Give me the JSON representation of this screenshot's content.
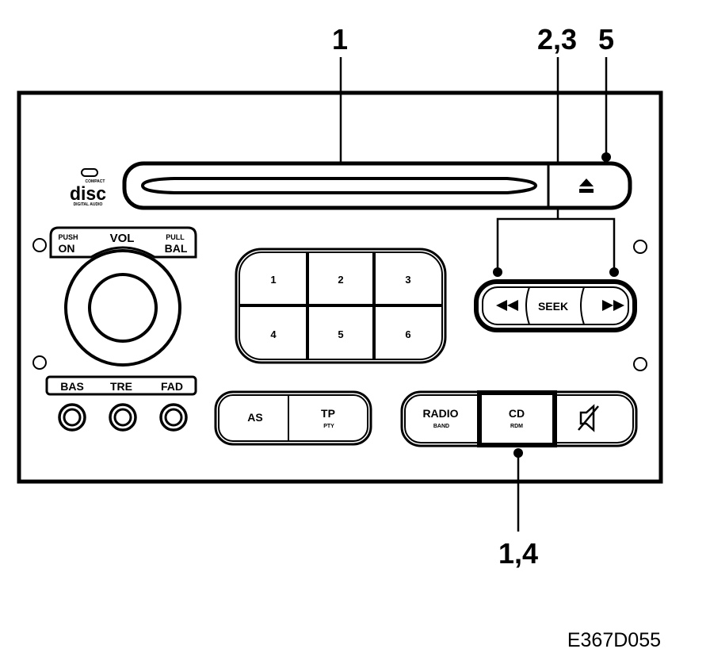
{
  "callouts": {
    "c1": "1",
    "c23": "2,3",
    "c5": "5",
    "c14": "1,4"
  },
  "disc_logo": {
    "top": "COMPACT",
    "main": "disc",
    "bottom": "DIGITAL AUDIO"
  },
  "eject_icon": "eject-icon",
  "volume": {
    "push": "PUSH",
    "on": "ON",
    "vol": "VOL",
    "pull": "PULL",
    "bal": "BAL"
  },
  "presets": [
    "1",
    "2",
    "3",
    "4",
    "5",
    "6"
  ],
  "seek": {
    "label": "SEEK",
    "back_icon": "seek-back-icon",
    "forward_icon": "seek-forward-icon"
  },
  "tone": {
    "bas": "BAS",
    "tre": "TRE",
    "fad": "FAD"
  },
  "as_tp": {
    "as": "AS",
    "tp": "TP",
    "pty": "PTY"
  },
  "source": {
    "radio": "RADIO",
    "band": "BAND",
    "cd": "CD",
    "rdm": "RDM",
    "mute_icon": "mute-icon"
  },
  "figure_code": "E367D055"
}
